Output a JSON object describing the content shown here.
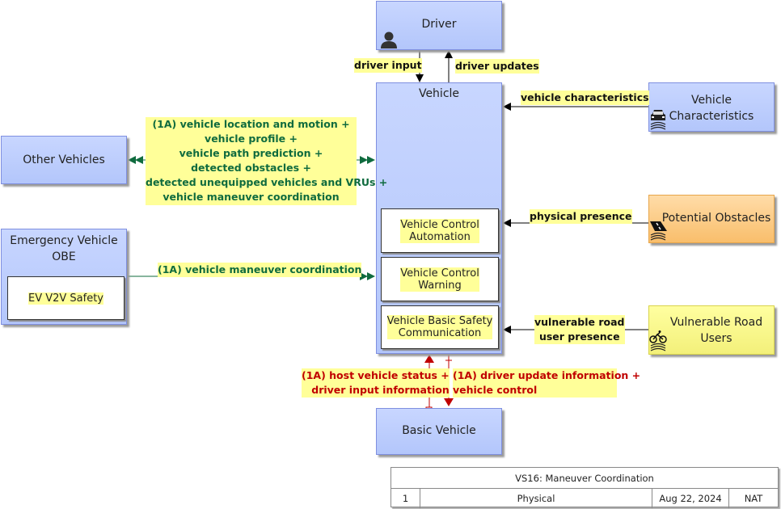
{
  "nodes": {
    "driver": {
      "label": "Driver",
      "icon": "person-icon"
    },
    "vehicle": {
      "label": "Vehicle",
      "subsystems": [
        {
          "line1": "Vehicle Control",
          "line2": "Automation"
        },
        {
          "line1": "Vehicle Control",
          "line2": "Warning"
        },
        {
          "line1": "Vehicle Basic Safety",
          "line2": "Communication"
        }
      ]
    },
    "other_vehicles": {
      "label": "Other Vehicles"
    },
    "emergency_vehicle": {
      "line1": "Emergency Vehicle",
      "line2": "OBE",
      "subsystem": "EV V2V Safety"
    },
    "vehicle_characteristics": {
      "line1": "Vehicle",
      "line2": "Characteristics",
      "icon": "car-icon"
    },
    "potential_obstacles": {
      "label": "Potential Obstacles",
      "icon": "road-icon"
    },
    "vulnerable_road_users": {
      "line1": "Vulnerable Road",
      "line2": "Users",
      "icon": "bicycle-icon"
    },
    "basic_vehicle": {
      "label": "Basic Vehicle"
    }
  },
  "flows": {
    "driver_input": "driver input",
    "driver_updates": "driver updates",
    "vehicle_characteristics": "vehicle characteristics",
    "physical_presence": "physical presence",
    "vru_presence": [
      "vulnerable road",
      "user presence"
    ],
    "v2v": [
      "(1A) vehicle location and motion +",
      "vehicle profile +",
      "vehicle path prediction +",
      "detected obstacles +",
      "detected unequipped vehicles and VRUs +",
      "vehicle maneuver coordination"
    ],
    "ev_coordination": "(1A) vehicle maneuver coordination",
    "host_status": [
      "(1A) host vehicle status +",
      "driver input information"
    ],
    "driver_update_info": [
      "(1A) driver update information +",
      "vehicle control"
    ]
  },
  "title_block": {
    "title": "VS16: Maneuver Coordination",
    "number": "1",
    "view": "Physical",
    "date": "Aug 22, 2024",
    "scope": "NAT"
  },
  "colors": {
    "v2v_flow": "#0f6b3e",
    "basic_vehicle_flow": "#c00000",
    "label_highlight": "#ffff99"
  }
}
